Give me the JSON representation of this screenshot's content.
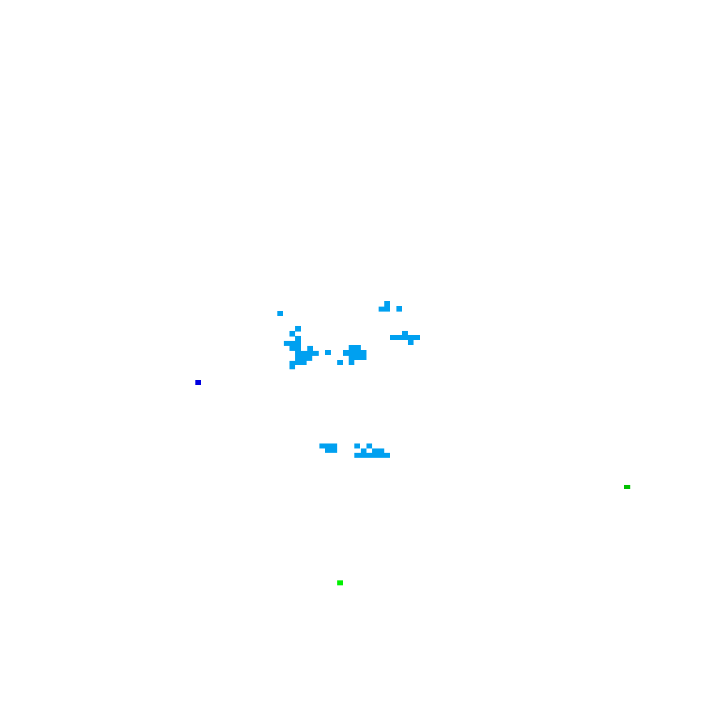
{
  "map": {
    "background_color": "#ffffff",
    "colors": {
      "cluster": "#00a0f0",
      "blue_marker": "#0000e0",
      "green_marker_a": "#00c000",
      "green_marker_b": "#00f000"
    },
    "layers": [
      {
        "name": "cluster-cells",
        "color_key": "cluster",
        "visible": true
      },
      {
        "name": "blue-marker",
        "color_key": "blue_marker",
        "visible": true
      },
      {
        "name": "green-marker-right",
        "color_key": "green_marker_a",
        "visible": true
      },
      {
        "name": "green-marker-bottom",
        "color_key": "green_marker_b",
        "visible": true
      }
    ]
  }
}
